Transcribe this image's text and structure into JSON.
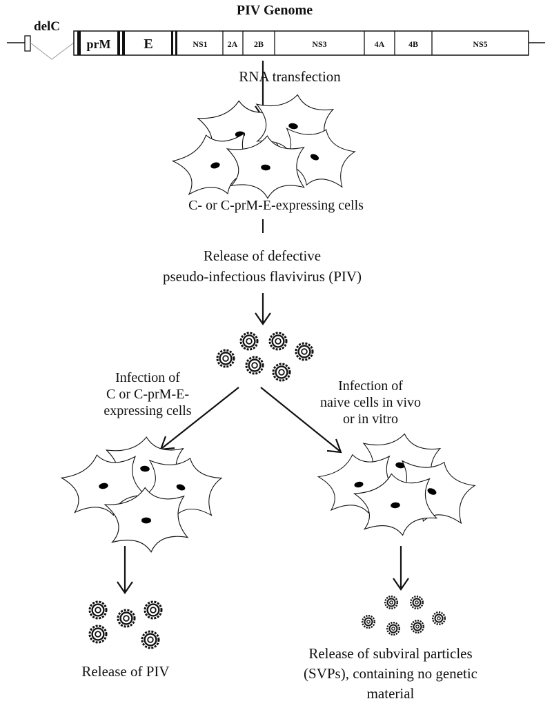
{
  "genome": {
    "title": "PIV Genome",
    "delc_label": "delC",
    "segments": [
      "prM",
      "E",
      "NS1",
      "2A",
      "2B",
      "NS3",
      "4A",
      "4B",
      "NS5"
    ]
  },
  "labels": {
    "rna_transfection": "RNA transfection",
    "expressing_cells": "C- or C-prM-E-expressing cells",
    "release_defective_line1": "Release of defective",
    "release_defective_line2": "pseudo-infectious flavivirus (PIV)",
    "infection_left_line1": "Infection of",
    "infection_left_line2": "C or C-prM-E-",
    "infection_left_line3": "expressing cells",
    "infection_right_line1": "Infection of",
    "infection_right_line2": "naive cells in vivo",
    "infection_right_line3": "or in vitro",
    "release_piv": "Release of PIV",
    "release_svp_line1": "Release of subviral particles",
    "release_svp_line2": "(SVPs), containing no genetic",
    "release_svp_line3": "material"
  },
  "colors": {
    "ink": "#111111",
    "paper": "#ffffff",
    "cell_fill": "#ffffff"
  },
  "icons": [
    "cell-icon",
    "virion-icon",
    "svp-icon",
    "arrow-icon"
  ]
}
